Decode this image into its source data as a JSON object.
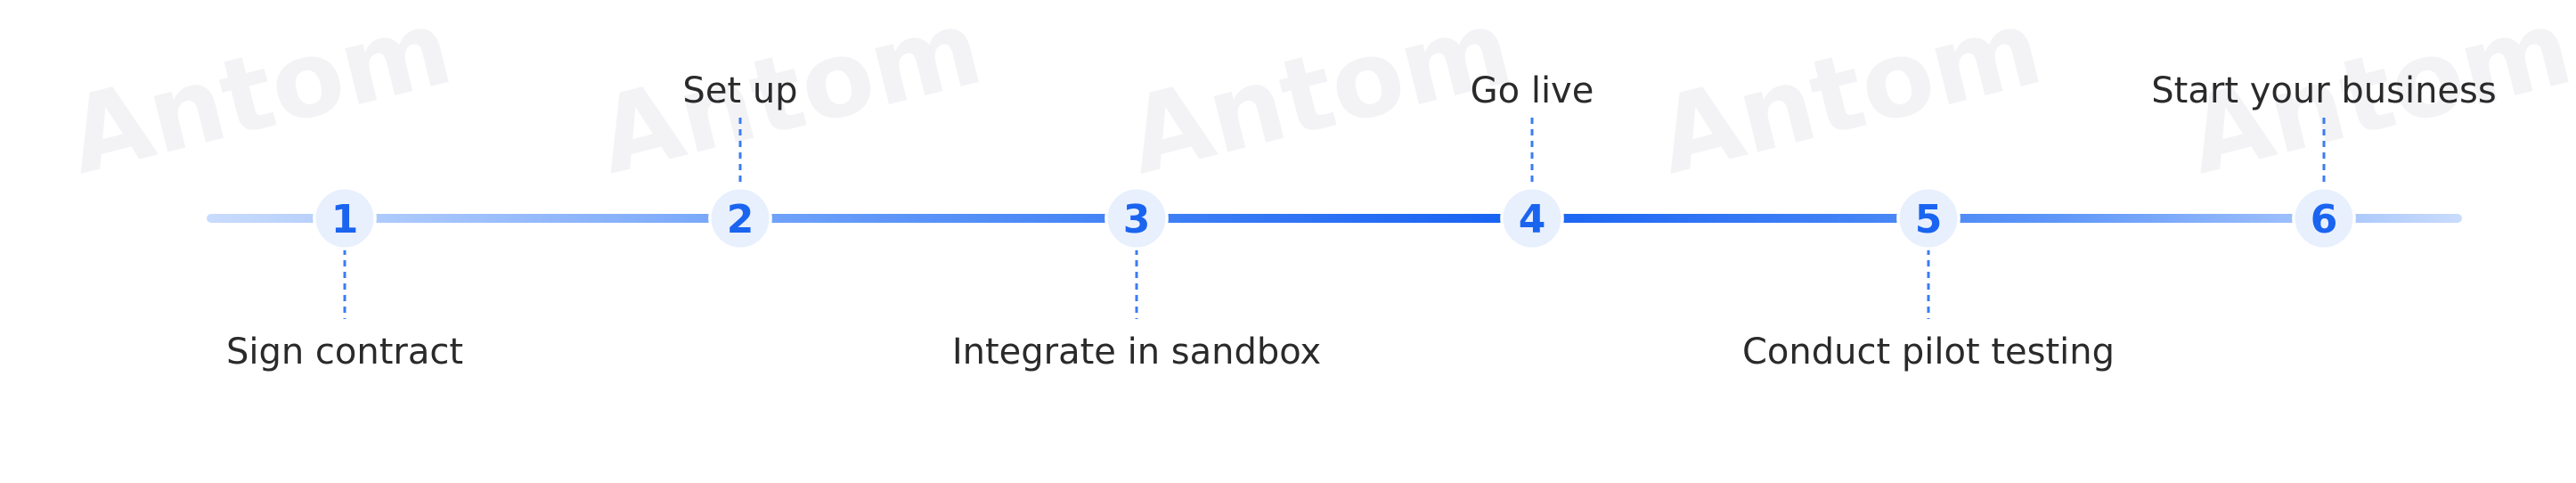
{
  "watermark": {
    "text": "Antom"
  },
  "steps": [
    {
      "number": "1",
      "label": "Sign contract",
      "label_position": "below"
    },
    {
      "number": "2",
      "label": "Set up",
      "label_position": "above"
    },
    {
      "number": "3",
      "label": "Integrate in sandbox",
      "label_position": "below"
    },
    {
      "number": "4",
      "label": "Go live",
      "label_position": "above"
    },
    {
      "number": "5",
      "label": "Conduct pilot testing",
      "label_position": "below"
    },
    {
      "number": "6",
      "label": "Start your business",
      "label_position": "above"
    }
  ],
  "colors": {
    "line_light": "#c9dcfd",
    "line_mid": "#5e96f8",
    "line_dark": "#1762f2",
    "node_fill": "#e8f0fe",
    "node_text": "#1a64f0",
    "connector": "#3a7cf5",
    "label_text": "#2a2a2a",
    "watermark": "#f3f3f6"
  }
}
